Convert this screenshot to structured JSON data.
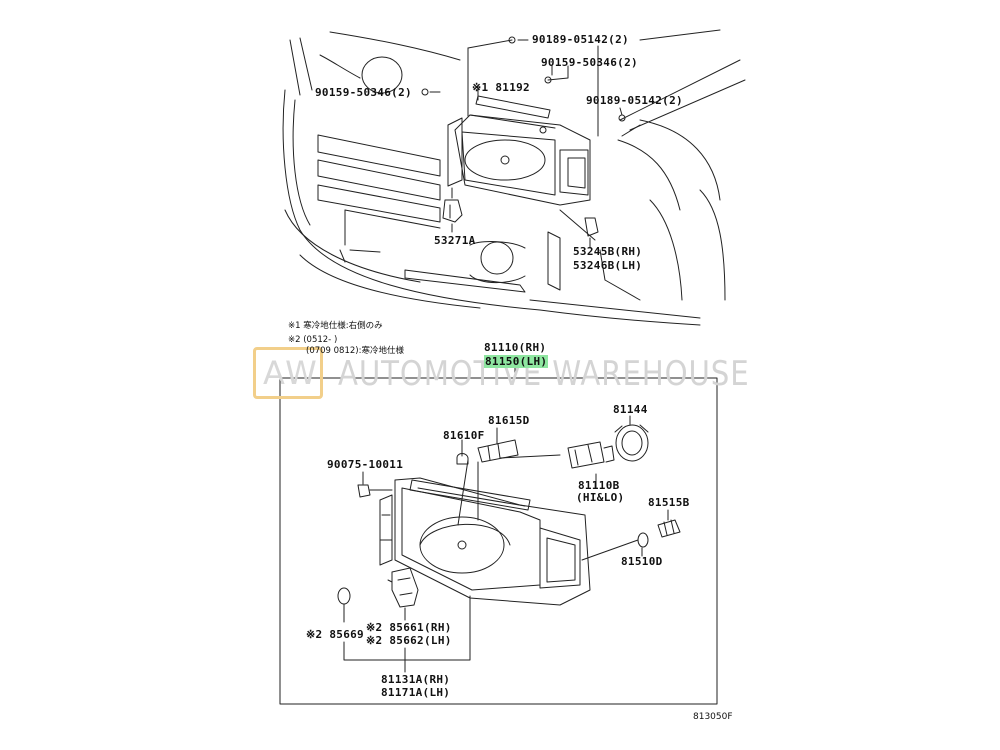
{
  "diagram": {
    "figure_code": "813050F",
    "notes": {
      "note1": "※1 寒冷地仕様:右側のみ",
      "note2_line1": "※2 (0512-      )",
      "note2_line2": "(0709  0812):寒冷地仕様"
    },
    "watermark": {
      "abbr": "AW",
      "text": "AUTOMOTIVE WAREHOUSE"
    },
    "top_labels": {
      "p90189_a": "90189-05142(2)",
      "p90159_a": "90159-50346(2)",
      "p90159_b": "90159-50346(2)",
      "p81192": "※1 81192",
      "p90189_b": "90189-05142(2)",
      "p53271A": "53271A",
      "p53245B": "53245B(RH)",
      "p53246B": "53246B(LH)"
    },
    "assembly_labels": {
      "p81110": "81110(RH)",
      "p81150": "81150(LH)",
      "p81615D": "81615D",
      "p81144": "81144",
      "p81610F": "81610F",
      "p90075": "90075-10011",
      "p81110B": "81110B",
      "p81110B_sub": "(HI&LO)",
      "p81515B": "81515B",
      "p81510D": "81510D",
      "p85669": "※2 85669",
      "p85661": "※2 85661(RH)",
      "p85662": "※2 85662(LH)",
      "p81131A": "81131A(RH)",
      "p81171A": "81171A(LH)"
    }
  }
}
